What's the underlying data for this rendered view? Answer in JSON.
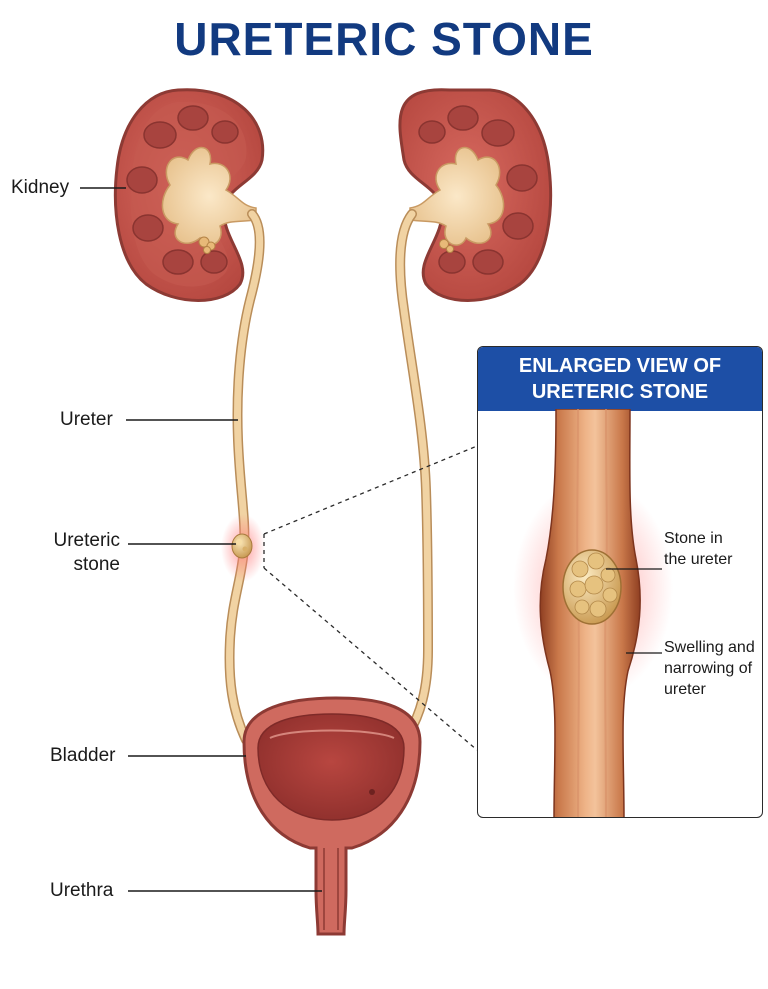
{
  "title": "URETERIC STONE",
  "labels": {
    "kidney": "Kidney",
    "ureter": "Ureter",
    "ureteric_stone_line1": "Ureteric",
    "ureteric_stone_line2": "stone",
    "bladder": "Bladder",
    "urethra": "Urethra"
  },
  "inset": {
    "header_line1": "ENLARGED VIEW OF",
    "header_line2": "URETERIC STONE",
    "stone_label_line1": "Stone in",
    "stone_label_line2": "the ureter",
    "swelling_label_line1": "Swelling and",
    "swelling_label_line2": "narrowing of",
    "swelling_label_line3": "ureter"
  },
  "colors": {
    "title": "#123a80",
    "inset_header": "#1d4fa6",
    "kidney_cortex": "#c9574f",
    "kidney_medulla": "#a8443f",
    "ureter": "#e9c38e",
    "bladder": "#c85a52",
    "stone": "#e3c07f"
  }
}
